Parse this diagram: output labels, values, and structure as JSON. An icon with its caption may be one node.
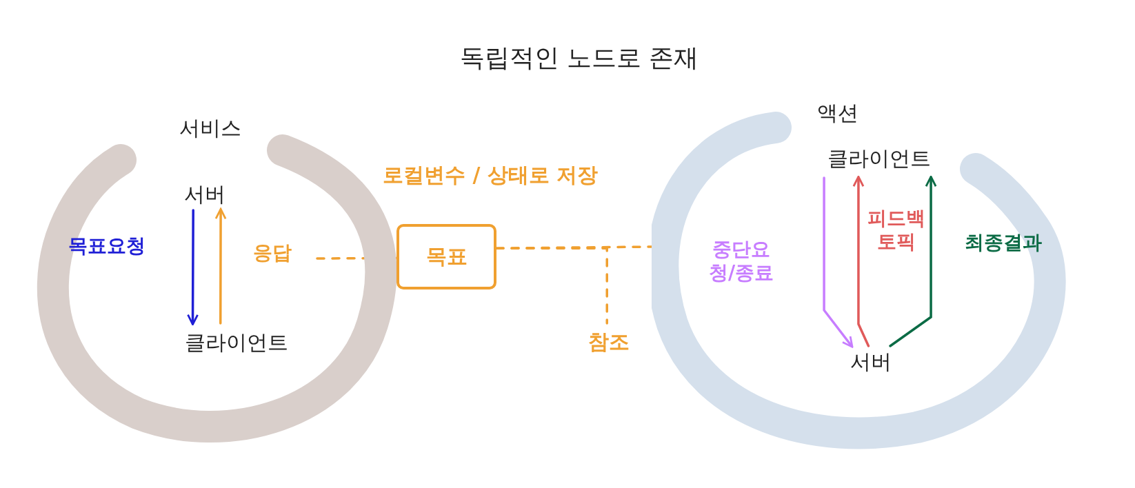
{
  "diagram": {
    "title": "독립적인 노드로 존재",
    "nodes": [
      {
        "text": [
          "서비스"
        ]
      },
      {
        "text": [
          "서버"
        ],
        "in": 0
      },
      {
        "text": [
          "클라이언트"
        ],
        "in": 0
      },
      {
        "text": [
          "목표"
        ],
        "beside": [
          "로컬변수 / 상태로 저장"
        ]
      },
      {
        "text": [
          "참조"
        ]
      },
      {
        "text": [
          "액션"
        ]
      },
      {
        "text": [
          "클라이언트"
        ],
        "in": 5
      },
      {
        "text": [
          "서버"
        ],
        "in": 5
      }
    ],
    "edges": [
      {
        "from": 1,
        "to": 2,
        "arrow": "to",
        "label": "목표요청",
        "color": "#1f1fd6"
      },
      {
        "from": 2,
        "to": 1,
        "arrow": "to",
        "label": "응답"
      },
      {
        "from": null,
        "to": 3,
        "arrow": "none",
        "style": "dashed"
      },
      {
        "from": 3,
        "to": 5,
        "arrow": "none",
        "style": "dashed"
      },
      {
        "from": 3,
        "to": 4,
        "arrow": "none",
        "style": "dashed"
      },
      {
        "from": 6,
        "to": 7,
        "arrow": "to",
        "label": "중단요청/종료",
        "color": "#c77dff"
      },
      {
        "from": 7,
        "to": 6,
        "arrow": "to",
        "label": "피드백 토픽",
        "color": "#e05a5a"
      },
      {
        "from": 7,
        "to": 6,
        "arrow": "to",
        "label": "최종결과",
        "color": "#0b6b45"
      }
    ]
  }
}
